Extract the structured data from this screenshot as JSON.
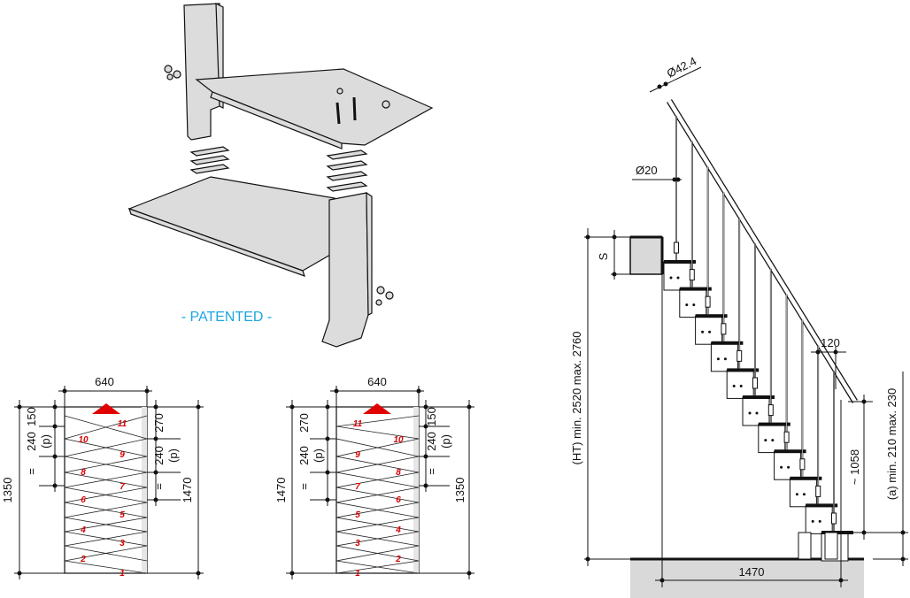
{
  "patent_label": "- PATENTED -",
  "plan_left": {
    "width": "640",
    "total": "1350",
    "total_right": "1470",
    "tread_a": "150",
    "tread_b": "240",
    "p": "(p)",
    "eq": "=",
    "right_a": "270",
    "right_b": "240",
    "right_p": "(p)",
    "right_eq": "=",
    "steps_left": [
      "10",
      "8",
      "6",
      "4",
      "2"
    ],
    "steps_right": [
      "11",
      "9",
      "7",
      "5",
      "3",
      "1"
    ]
  },
  "plan_right": {
    "width": "640",
    "total": "1470",
    "total_right": "1350",
    "tread_a": "270",
    "tread_b": "240",
    "p": "(p)",
    "eq": "=",
    "right_a": "150",
    "right_b": "240",
    "right_p": "(p)",
    "right_eq": "=",
    "steps_left": [
      "11",
      "9",
      "7",
      "5",
      "3",
      "1"
    ],
    "steps_right": [
      "10",
      "8",
      "6",
      "4",
      "2"
    ]
  },
  "elevation": {
    "handrail_diameter": "Ø42.4",
    "baluster_diameter": "Ø20",
    "slab_label": "S",
    "height_label": "(HT) min. 2520 max. 2760",
    "handrail_offset": "120",
    "handrail_height": "~ 1058",
    "riser_label": "(a) min. 210 max. 230",
    "base_length": "1470"
  }
}
